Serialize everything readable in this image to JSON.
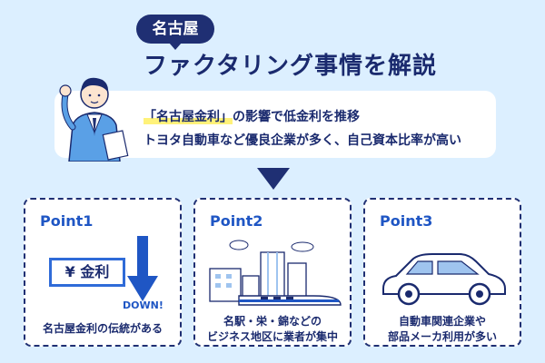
{
  "header": {
    "region": "名古屋",
    "title": "ファクタリング事情を解説"
  },
  "summary": {
    "line1_quote": "「名古屋金利」",
    "line1_rest": "の影響で低金利を推移",
    "line2": "トヨタ自動車など優良企業が多く、自己資本比率が高い"
  },
  "points": [
    {
      "title": "Point1",
      "box_text": "¥ 金利",
      "arrow_label": "DOWN!",
      "caption": [
        "名古屋金利の伝統がある"
      ]
    },
    {
      "title": "Point2",
      "caption": [
        "名駅・栄・錦などの",
        "ビジネス地区に業者が集中"
      ]
    },
    {
      "title": "Point3",
      "caption": [
        "自動車関連企業や",
        "部品メーカ利用が多い"
      ]
    }
  ],
  "colors": {
    "navy": "#1f2f73",
    "blue": "#1f56c4",
    "background": "#dcefff",
    "highlight": "#fff27a"
  }
}
